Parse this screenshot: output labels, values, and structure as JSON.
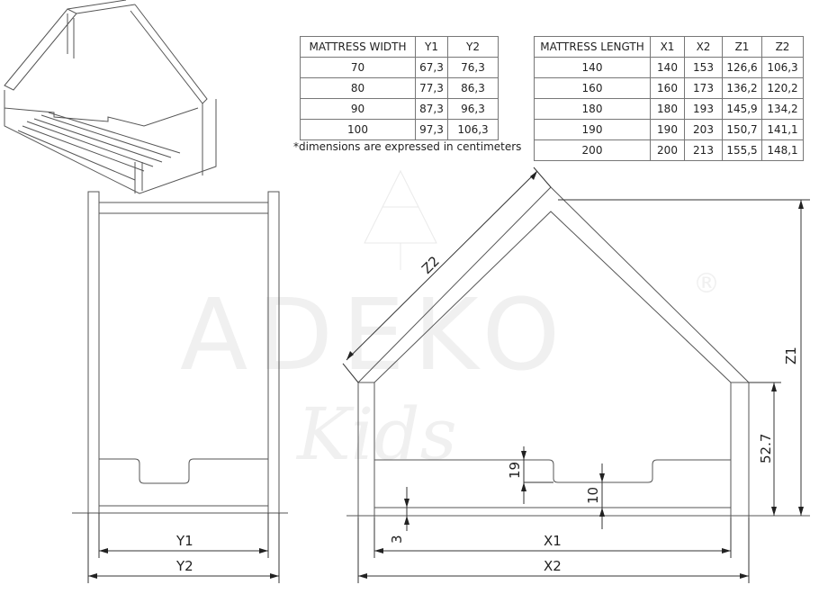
{
  "width_table": {
    "headers": [
      "MATTRESS WIDTH",
      "Y1",
      "Y2"
    ],
    "rows": [
      [
        "70",
        "67,3",
        "76,3"
      ],
      [
        "80",
        "77,3",
        "86,3"
      ],
      [
        "90",
        "87,3",
        "96,3"
      ],
      [
        "100",
        "97,3",
        "106,3"
      ]
    ]
  },
  "note": "*dimensions are expressed in centimeters",
  "length_table": {
    "headers": [
      "MATTRESS LENGTH",
      "X1",
      "X2",
      "Z1",
      "Z2"
    ],
    "rows": [
      [
        "140",
        "140",
        "153",
        "126,6",
        "106,3"
      ],
      [
        "160",
        "160",
        "173",
        "136,2",
        "120,2"
      ],
      [
        "180",
        "180",
        "193",
        "145,9",
        "134,2"
      ],
      [
        "190",
        "190",
        "203",
        "150,7",
        "141,1"
      ],
      [
        "200",
        "200",
        "213",
        "155,5",
        "148,1"
      ]
    ]
  },
  "front_view": {
    "y1_label": "Y1",
    "y2_label": "Y2"
  },
  "side_view": {
    "x1_label": "X1",
    "x2_label": "X2",
    "z1_label": "Z1",
    "z2_label": "Z2",
    "height_label": "52.7",
    "rail_label": "19",
    "notch_label": "10",
    "floor_gap_label": "3"
  },
  "watermark": {
    "brand": "ADEKO",
    "sub": "Kids",
    "mark": "®"
  }
}
